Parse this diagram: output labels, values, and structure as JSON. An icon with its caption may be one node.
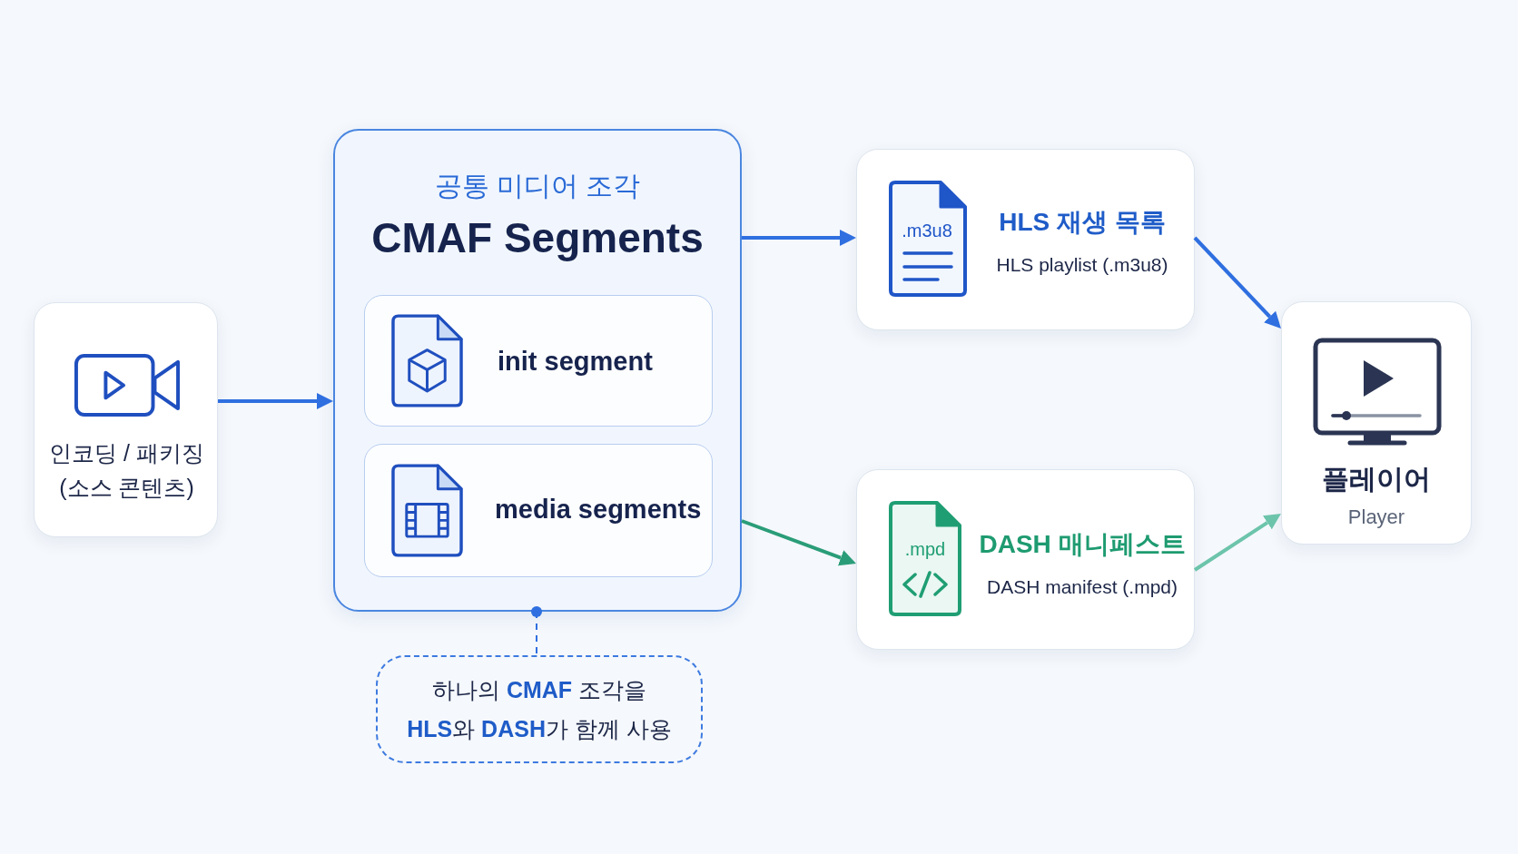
{
  "diagram": {
    "nodes": [
      {
        "text": [
          "인코딩 / 패키징 (소스 콘텐츠)"
        ]
      },
      {
        "text": [
          "공통 미디어 조각",
          "CMAF Segments"
        ]
      },
      {
        "text": [
          "init segment"
        ],
        "in": 1
      },
      {
        "text": [
          "media segments"
        ],
        "in": 1
      },
      {
        "text": [
          ".m3u8",
          "HLS 재생 목록",
          "HLS playlist (.m3u8)"
        ]
      },
      {
        "text": [
          ".mpd",
          "DASH 매니페스트",
          "DASH manifest (.mpd)"
        ]
      },
      {
        "text": [
          "플레이어",
          "Player"
        ]
      },
      {
        "text": [
          "하나의 **CMAF** 조각을 **HLS**와 **DASH**가 함께 사용"
        ]
      }
    ],
    "edges": [
      {
        "from": 0,
        "to": 1,
        "arrow": "to"
      },
      {
        "from": 1,
        "to": 4,
        "arrow": "to"
      },
      {
        "from": 1,
        "to": 5,
        "arrow": "to",
        "color": "#2a9d78"
      },
      {
        "from": 4,
        "to": 6,
        "arrow": "to"
      },
      {
        "from": 5,
        "to": 6,
        "arrow": "to",
        "color": "#6cc4ab"
      },
      {
        "from": 1,
        "to": 7,
        "arrow": "other",
        "style": "dashed"
      }
    ]
  }
}
